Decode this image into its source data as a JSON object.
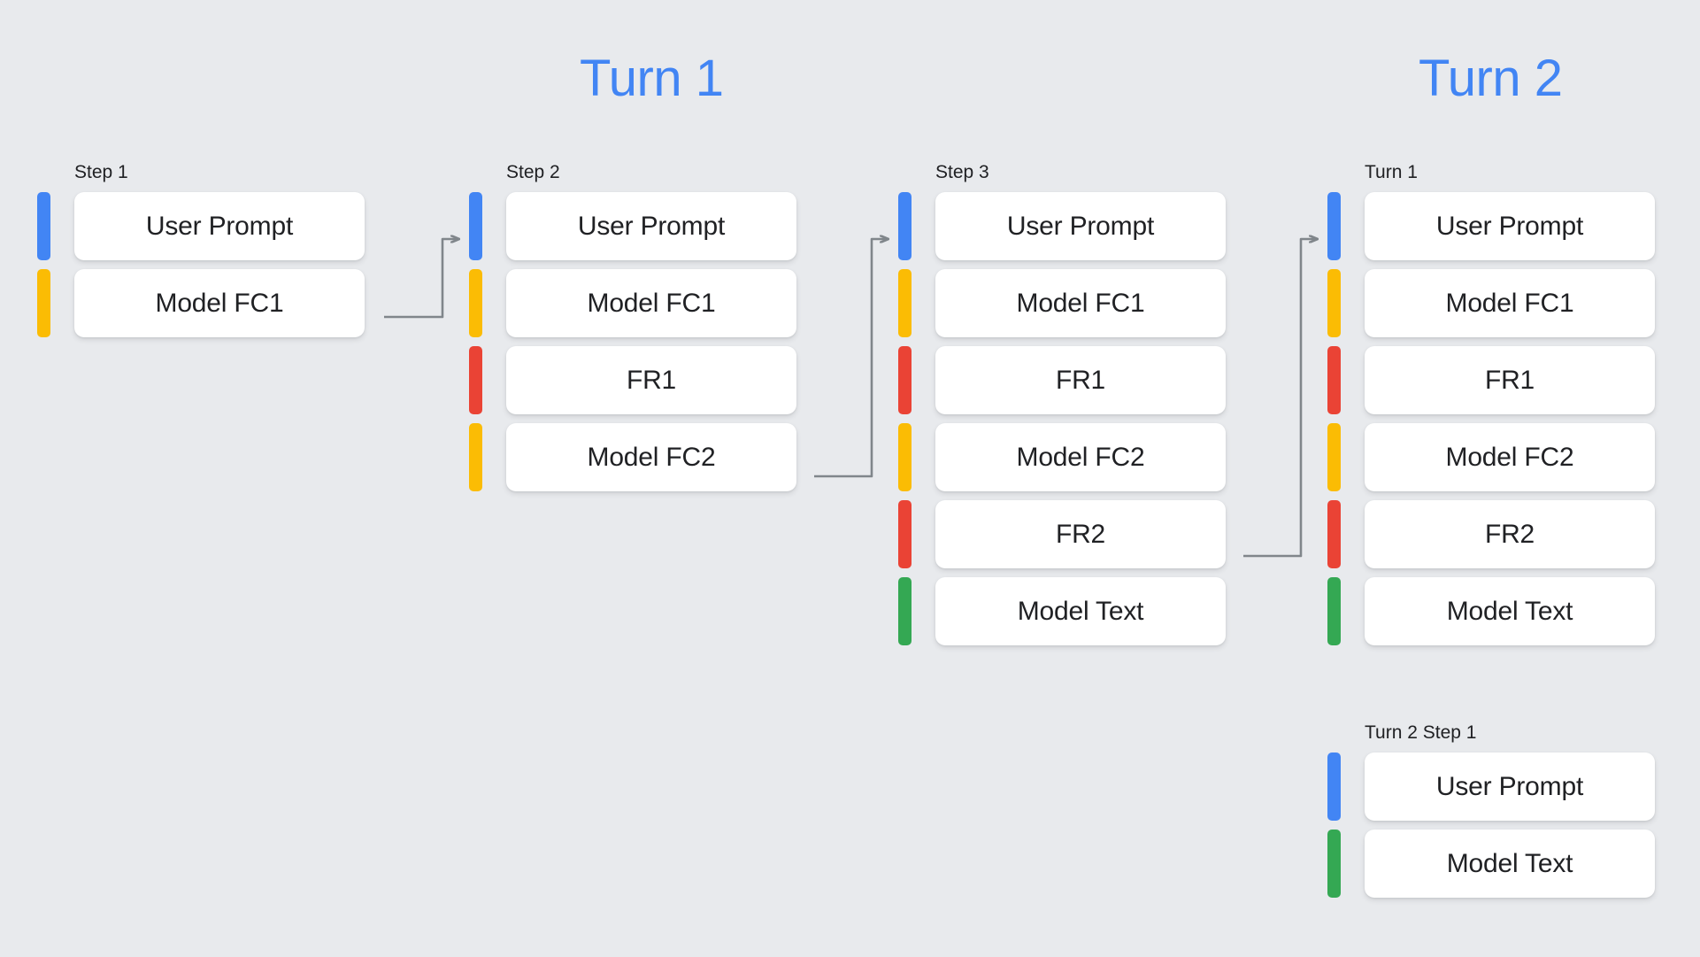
{
  "background_color": "#E8EAED",
  "palette": {
    "blue": "#4285F4",
    "yellow": "#FBBC04",
    "red": "#EA4335",
    "green": "#34A853",
    "connector_gray": "#80868B",
    "card_white": "#FFFFFF",
    "text": "#202124"
  },
  "headings": [
    {
      "id": "turn-1",
      "text": "Turn 1"
    },
    {
      "id": "turn-2",
      "text": "Turn 2"
    }
  ],
  "columns": [
    {
      "label": "Step 1",
      "rows": [
        {
          "color": "blue",
          "label": "User Prompt"
        },
        {
          "color": "yellow",
          "label": "Model FC1"
        }
      ]
    },
    {
      "label": "Step 2",
      "rows": [
        {
          "color": "blue",
          "label": "User Prompt"
        },
        {
          "color": "yellow",
          "label": "Model FC1"
        },
        {
          "color": "red",
          "label": "FR1"
        },
        {
          "color": "yellow",
          "label": "Model FC2"
        }
      ]
    },
    {
      "label": "Step 3",
      "rows": [
        {
          "color": "blue",
          "label": "User Prompt"
        },
        {
          "color": "yellow",
          "label": "Model FC1"
        },
        {
          "color": "red",
          "label": "FR1"
        },
        {
          "color": "yellow",
          "label": "Model FC2"
        },
        {
          "color": "red",
          "label": "FR2"
        },
        {
          "color": "green",
          "label": "Model Text"
        }
      ]
    },
    {
      "label": "Turn 1",
      "rows": [
        {
          "color": "blue",
          "label": "User Prompt"
        },
        {
          "color": "yellow",
          "label": "Model FC1"
        },
        {
          "color": "red",
          "label": "FR1"
        },
        {
          "color": "yellow",
          "label": "Model FC2"
        },
        {
          "color": "red",
          "label": "FR2"
        },
        {
          "color": "green",
          "label": "Model Text"
        }
      ]
    },
    {
      "label": "Turn 2 Step 1",
      "rows": [
        {
          "color": "blue",
          "label": "User Prompt"
        },
        {
          "color": "green",
          "label": "Model Text"
        }
      ]
    }
  ],
  "connectors": [
    {
      "id": "arrow-step1-to-step2",
      "from": "Step 1 Model FC1",
      "to": "Step 2 User Prompt"
    },
    {
      "id": "arrow-step2-to-step3",
      "from": "Step 2 Model FC2",
      "to": "Step 3 User Prompt"
    },
    {
      "id": "arrow-step3-to-turn1",
      "from": "Step 3 FR2",
      "to": "Turn 1 User Prompt"
    }
  ]
}
